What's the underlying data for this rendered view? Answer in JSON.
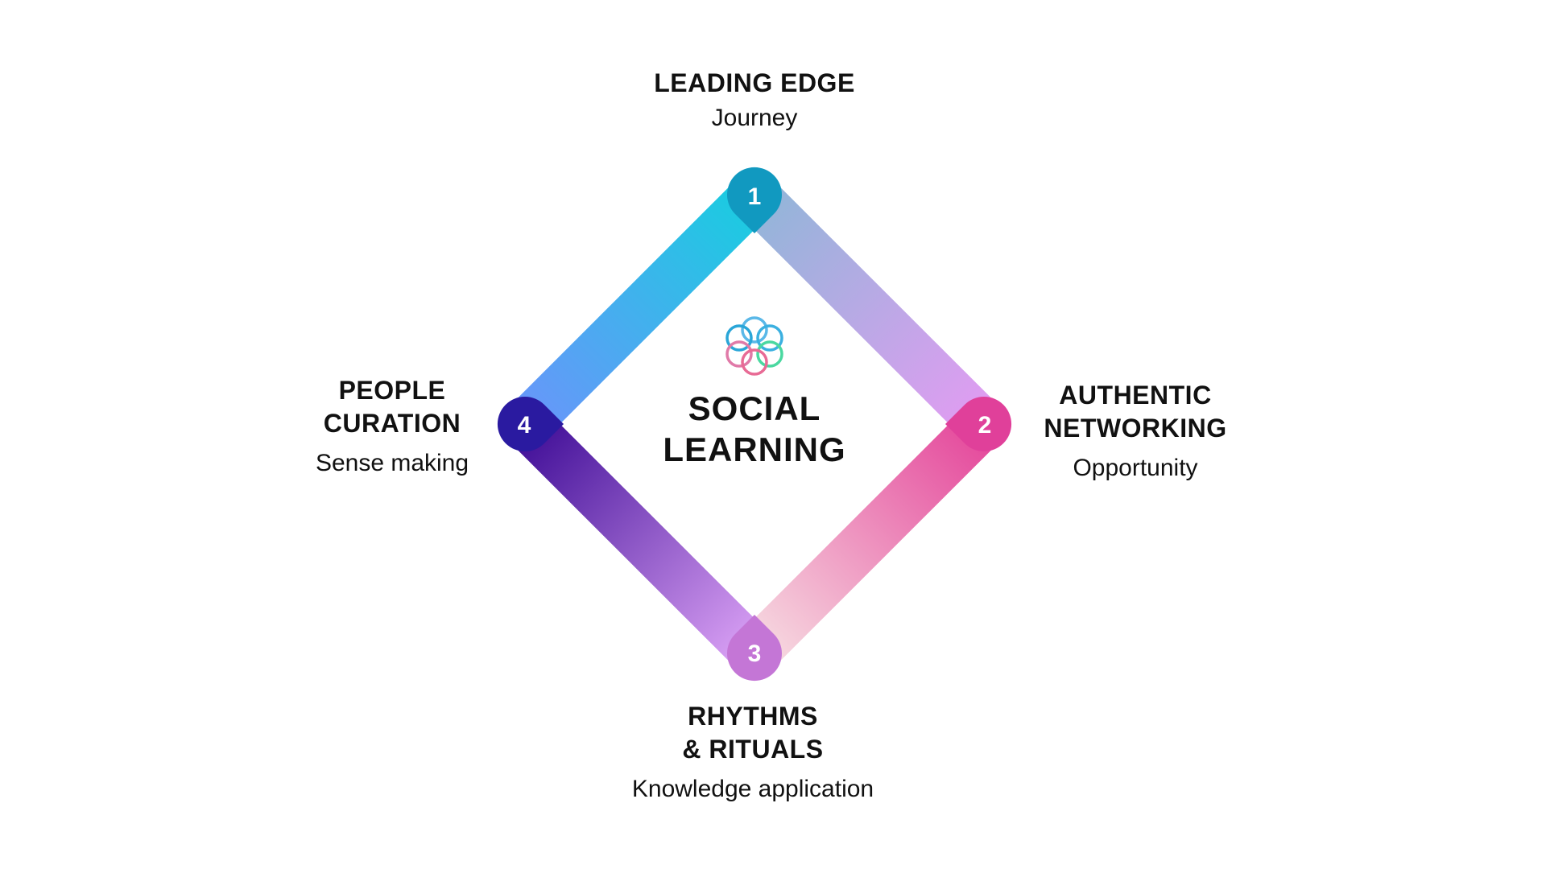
{
  "center": {
    "line1": "SOCIAL",
    "line2": "LEARNING",
    "logo_icon": "interlocking-circles-logo"
  },
  "nodes": [
    {
      "number": "1",
      "title_lines": [
        "LEADING EDGE"
      ],
      "subtitle": "Journey",
      "color": "#1199c0"
    },
    {
      "number": "2",
      "title_lines": [
        "AUTHENTIC",
        "NETWORKING"
      ],
      "subtitle": "Opportunity",
      "color": "#e0409a"
    },
    {
      "number": "3",
      "title_lines": [
        "RHYTHMS",
        "& RITUALS"
      ],
      "subtitle": "Knowledge application",
      "color": "#c476d6"
    },
    {
      "number": "4",
      "title_lines": [
        "PEOPLE",
        "CURATION"
      ],
      "subtitle": "Sense making",
      "color": "#2a1aa0"
    }
  ]
}
